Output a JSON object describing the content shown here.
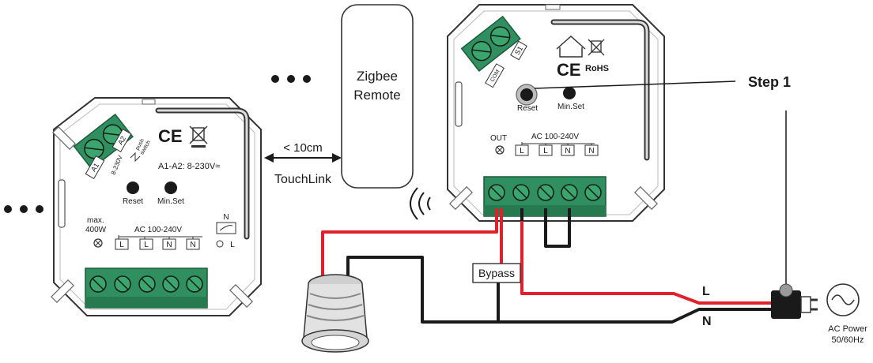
{
  "left_dimmer": {
    "terminal_top_left": "A1",
    "terminal_top_right": "A2",
    "side_voltage": "8-230V",
    "push_switch_line1": "push",
    "push_switch_line2": "switch",
    "ce_mark": "CE",
    "a1a2_rating": "A1-A2: 8-230V≈",
    "reset_label": "Reset",
    "minset_label": "Min.Set",
    "max_line1": "max.",
    "max_line2": "400W",
    "ac_label": "AC 100-240V",
    "terminals": [
      "L",
      "L",
      "N",
      "N"
    ],
    "n_label": "N",
    "l_label": "L"
  },
  "right_dimmer": {
    "terminal_s1": "S1",
    "terminal_com": "COM",
    "ce_mark": "CE",
    "rohs": "RoHS",
    "reset_label": "Reset",
    "minset_label": "Min.Set",
    "out_label": "OUT",
    "ac_label": "AC 100-240V",
    "terminals": [
      "L",
      "L",
      "N",
      "N"
    ]
  },
  "remote": {
    "line1": "Zigbee",
    "line2": "Remote"
  },
  "distance_label": "< 10cm",
  "touchlink_label": "TouchLink",
  "step_label": "Step 1",
  "bypass_label": "Bypass",
  "line_label": "L",
  "neutral_label": "N",
  "ac_power_line1": "AC Power",
  "ac_power_line2": "50/60Hz",
  "colors": {
    "terminal_green": "#2f8f5f",
    "live_wire": "#e0202a",
    "neutral_wire": "#222222",
    "outline": "#333333"
  }
}
